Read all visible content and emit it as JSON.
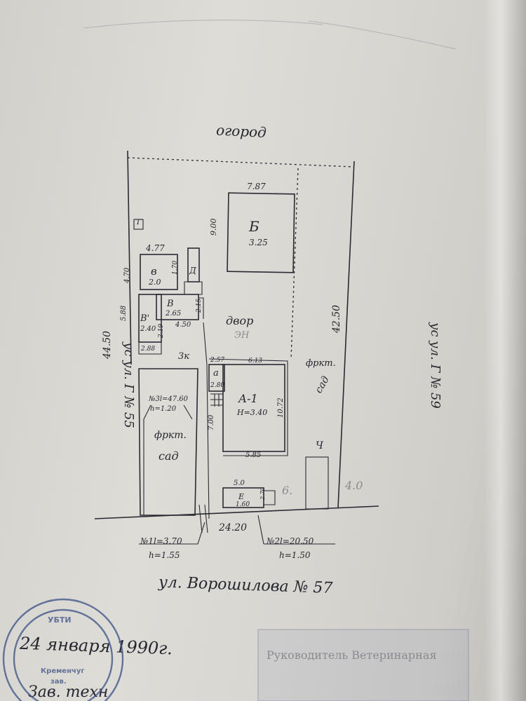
{
  "header": {
    "garden": "огород",
    "street": "ул. Ворошилова № 57",
    "date": "24 января 1990г.",
    "signature_line": "Зав. техн"
  },
  "neighbors": {
    "left": "ус ул. Г № 55",
    "right": "ус ул. Г № 59"
  },
  "dimensions": {
    "plot_left": "44.50",
    "plot_right": "42.50",
    "plot_bottom": "24.20",
    "b_width": "7.87",
    "b_height": "9.00",
    "v_width": "4.77",
    "v_side": "4.70",
    "v1_side": "5.88",
    "small_shed_side": "1.70",
    "a1_width_top": "6.13",
    "a1_left_small": "2.57",
    "a1_height": "7.00",
    "a1_right": "10.72",
    "a1_bottom": "5.85",
    "e_width": "5.0",
    "e_side": "2.70",
    "wall_2_15": "2.15",
    "wall_2_40": "2.40",
    "wall_4_50": "4.50",
    "wall_2_19": "2.19",
    "wall_2_88": "2.88",
    "a_value": "2.80",
    "fence1": "№1l=3.70",
    "fence1_h": "h=1.55",
    "fence2": "№2l=20.50",
    "fence2_h": "h=1.50",
    "fence3": "№3l=47.60",
    "fence3_h": "h=1.20"
  },
  "buildings": {
    "b_label": "Б",
    "b_height": "3.25",
    "v_label": "в",
    "v_height": "2.0",
    "v2_label": "В",
    "v2_height": "2.65",
    "v1_label": "В'",
    "a1_label": "А-1",
    "a1_height": "H=3.40",
    "a_label": "а",
    "e_label": "Е",
    "e_height": "1.60",
    "shed_label": "Д",
    "g_label": "Г",
    "ch_label": "Ч"
  },
  "areas": {
    "yard": "двор",
    "yard_mark": "ЭН",
    "garden_left_1": "фркт.",
    "garden_left_2": "сад",
    "garden_right_1": "фркт.",
    "garden_right_2": "сад",
    "gate_mark": "3к",
    "num6": "6.",
    "num40": "4.0"
  },
  "stamp": {
    "line1": "УБТИ",
    "line2": "Кременчуг",
    "line3": "зав."
  },
  "seal_box": {
    "text": "Руководитель Ветеринарная"
  }
}
